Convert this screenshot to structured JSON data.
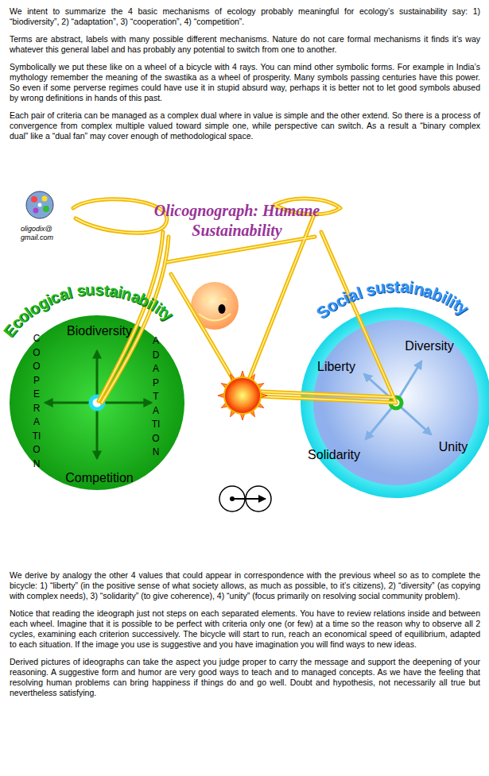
{
  "diagram": {
    "title": "Olicognograph: Humane Sustainability",
    "nodes": [
      {
        "text": [
          "Ecological sustainability",
          "Biodiversity",
          "COOPERATION",
          "ADAPTATION",
          "Competition"
        ]
      },
      {
        "text": [
          "Social sustainability",
          "Diversity",
          "Liberty",
          "Solidarity",
          "Unity"
        ]
      }
    ],
    "labels": [
      "We intent to summarize the 4 basic mechanisms of ecology probably meaningful for ecology’s sustainability say: 1) “biodiversity”, 2) “adaptation”, 3) “cooperation”, 4) “competition”.",
      "Terms are abstract, labels with many possible different mechanisms. Nature do not care formal mechanisms it finds it’s way whatever this general label and has probably any potential to switch from one to another.",
      "Symbolically we put these like on a wheel of a bicycle with 4 rays. You can mind other symbolic forms. For example in India’s mythology remember the meaning of the swastika as a wheel of prosperity. Many symbols passing centuries have this power. So even if some perverse regimes could have use it in stupid absurd way, perhaps it is better not to let good symbols abused by wrong definitions in hands of this past.",
      "Each pair of criteria can be managed as a complex dual where in value is simple and the other extend. So there is a process of convergence from complex multiple valued toward simple one, while perspective can switch. As a result a “binary complex dual” like a “dual fan” may cover enough of methodological space.",
      "oligodix@ gmail.com",
      "We derive by analogy the other 4 values that could appear in correspondence with the previous wheel so as to complete the bicycle: 1) “liberty” (in the positive sense of what society allows, as much as possible, to it’s citizens), 2) “diversity” (as copying with complex needs), 3) “solidarity” (to give coherence), 4) “unity” (focus primarily on resolving social community problem).",
      "Notice that reading the ideograph just not steps on each separated elements. You have to review relations inside and between each wheel. Imagine that it is possible to be perfect with criteria only one (or few) at a time so the reason why to observe all 2 cycles, examining each criterion successively. The bicycle will start to run, reach an economical speed of equilibrium, adapted to each situation. If the image you use is suggestive and you have imagination you will find ways to new ideas.",
      "Derived pictures of ideographs can take the aspect you judge proper to carry the message and support the deepening of your reasoning. A suggestive form and humor are very good ways to teach and to managed concepts. As we have the feeling that resolving human problems can bring happiness if things do and go well. Doubt and hypothesis, not necessarily all true but nevertheless satisfying."
    ]
  }
}
